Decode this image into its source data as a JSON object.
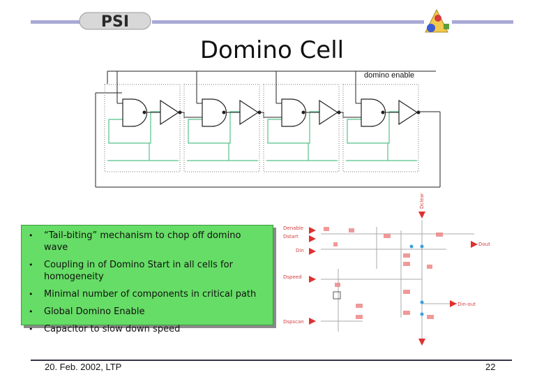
{
  "header": {
    "logo_text": "PSI",
    "title": "Domino Cell"
  },
  "diagram": {
    "enable_label": "domino enable",
    "cell_count": 4
  },
  "bullets": [
    "“Tail-biting” mechanism to chop off domino wave",
    "Coupling in of Domino Start in all cells for homogeneity",
    "Minimal number of components in critical path",
    "Global Domino Enable",
    "Capacitor to slow down speed"
  ],
  "schematic": {
    "labels": {
      "denable": "Denable",
      "dstart": "Dstart",
      "dout": "Dout",
      "dinhi": "Din",
      "dclear": "Dclear",
      "dspeed": "Dspeed",
      "dinout": "Din-out",
      "dscan": "Dspscan"
    }
  },
  "footer": {
    "date": "20. Feb. 2002, LTP",
    "page": "22"
  },
  "colors": {
    "header_bar": "#a9a9d6",
    "bullet_box": "#66dd66",
    "wire_green": "#55c08a",
    "schem_red": "#e03030"
  }
}
